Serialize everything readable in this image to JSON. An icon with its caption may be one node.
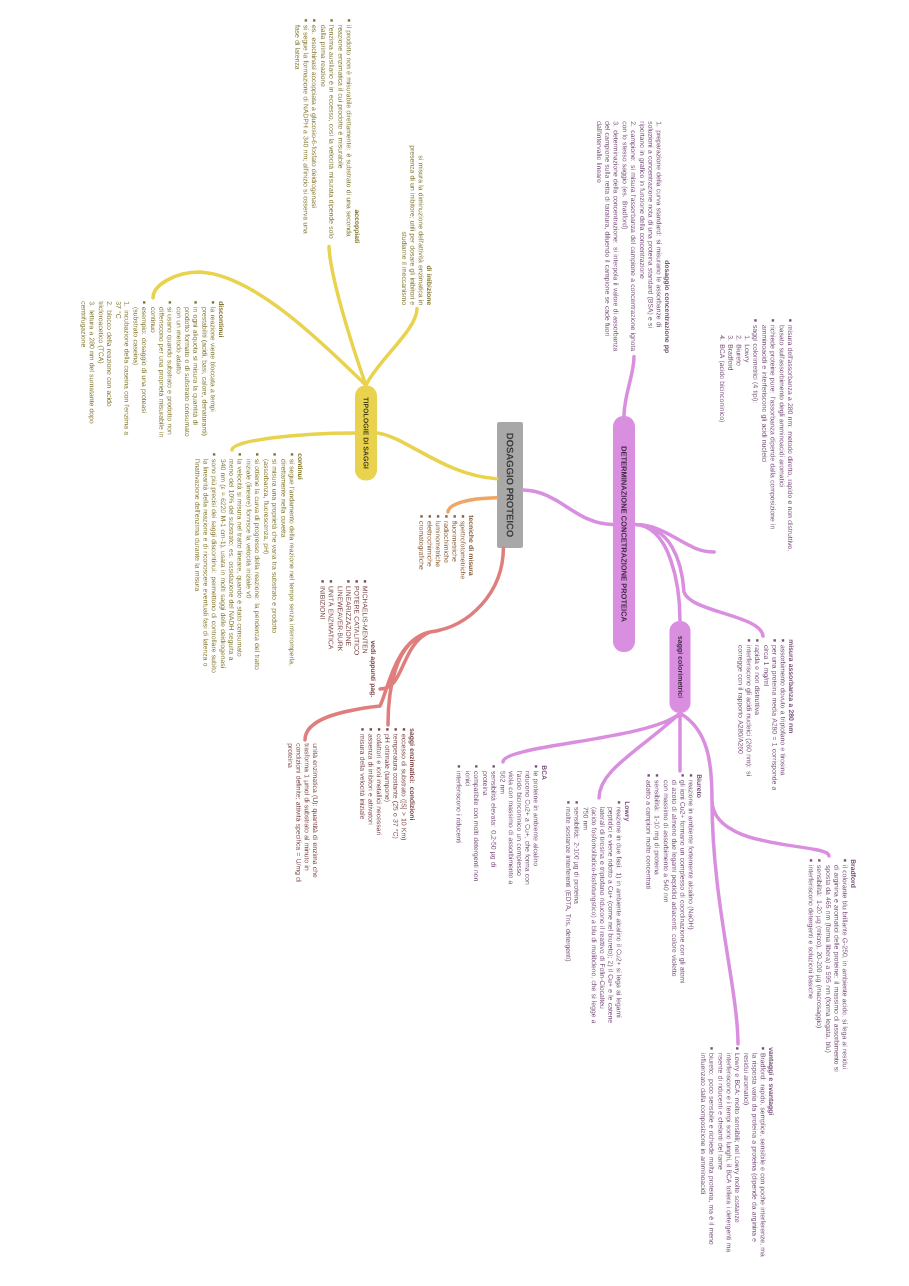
{
  "diagram": {
    "nodes": [
      {
        "text": [
          "DOSAGGIO PROTEICO"
        ]
      },
      {
        "text": [
          "DETERMINAZIONE CONCETRAZIONE PROTEICA"
        ]
      },
      {
        "text": [
          "dosaggio concentrazione pp",
          "1. preparazione della curva standard: si misurano le assorbanze di soluzioni a concentrazione nota di una proteina standard (BSA) e si riportano in grafico in funzione della concentrazione",
          "2. campione: si misura l'assorbanza del campione a concentrazione ignota con lo stesso saggio (es. Bradford)",
          "3. determinazione della concentrazione: si interpola il valore di assorbanza del campione sulla retta di taratura, diluendo il campione se cade fuori dall'intervallo lineare"
        ]
      },
      {
        "text": [
          "misura dell'assorbanza a 280 nm: metodo diretto, rapido e non distruttivo, basato sull'assorbimento degli amminoacidi aromatici",
          "richiede proteine pure: l'assorbanza dipende dalla composizione in amminoacidi e interferiscono gli acidi nucleici",
          "saggi colorimetrici (4 tipi):",
          "1. Lowry",
          "2. Biureto",
          "3. Bradford",
          "4. BCA (acido bicinconinico)"
        ]
      },
      {
        "text": [
          "saggi colorimetrici"
        ]
      },
      {
        "text": [
          "BCA",
          "le proteine in ambiente alcalino riducono Cu2+ a Cu+, che forma con l'acido bicinconinico un complesso viola con massimo di assorbimento a 562 nm",
          "sensibilità elevata: 0,2-50 µg di proteina",
          "compatibile con molti detergenti non ionici",
          "interferiscono i riducenti"
        ]
      },
      {
        "text": [
          "Lowry",
          "reazione in due fasi: 1) in ambiente alcalino il Cu2+ si lega ai legami peptidici e viene ridotto a Cu+ (come nel biureto); 2) il Cu+ e le catene laterali di tirosina e triptofano riducono il reattivo di Folin-Ciocalteu (acido fosfomolibdico-fosfotungstico) a blu di molibdeno, che si legge a 750 nm",
          "sensibilità: 2-100 µg di proteina",
          "molte sostanze interferenti (EDTA, Tris, detergenti)"
        ]
      },
      {
        "text": [
          "Biureto",
          "reazione in ambiente fortemente alcalino (NaOH)",
          "gli ioni Cu2+ formano un complesso di coordinazione con gli atomi di azoto di almeno due legami peptidici adiacenti: colore violetto con massimo di assorbimento a 540 nm",
          "sensibilità: 1-10 mg di proteina",
          "adatto a campioni molto concentrati"
        ]
      },
      {
        "text": [
          "Bradford",
          "il colorante blu brillante G-250, in ambiente acido, si lega ai residui di arginina e aromatici delle proteine: il massimo di assorbimento si sposta da 465 nm (forma libera) a 595 nm (forma legata, blu)",
          "sensibilità: 1-20 µg (micro), 20-200 µg (macrosaggio)",
          "interferiscono detergenti e soluzioni basiche"
        ]
      },
      {
        "text": [
          "vantaggi e svantaggi",
          "Bradford: rapido, semplice, sensibile e con poche interferenze, ma la risposta varia da proteina a proteina (dipende da arginina e residui aromatici)",
          "Lowry e BCA: molto sensibili; nel Lowry molte sostanze interferiscono e i tempi sono lunghi, il BCA tollera i detergenti ma risente di riducenti e chelanti del rame",
          "biureto: poco sensibile e richiede molta proteina, ma è il meno influenzato dalla composizione in amminoacidi"
        ]
      },
      {
        "text": [
          "misura assorbanza a 280 nm",
          "assorbimento dovuto a triptofano e tirosina",
          "per una proteina media A280 = 1 corrisponde a circa 1 mg/ml",
          "rapida e non distruttiva",
          "interferiscono gli acidi nucleici (260 nm): si corregge con il rapporto A280/A260"
        ]
      },
      {
        "text": [
          "TIPOLOGIE DI SAGGI"
        ]
      },
      {
        "text": [
          "di inibizione",
          "si misura la diminuzione dell'attività enzimatica in presenza di un inibitore; utili per dosare gli inibitori e studiarne il meccanismo"
        ]
      },
      {
        "text": [
          "accoppiati",
          "il prodotto non è misurabile direttamente: è substrato di una seconda reazione enzimatica il cui prodotto è misurabile",
          "l'enzima ausiliario è in eccesso, così la velocità misurata dipende solo dalla prima reazione",
          "es. esochinasi accoppiata a glucosio-6-fosfato deidrogenasi",
          "si segue la formazione di NADPH a 340 nm; all'inizio si osserva una fase di latenza"
        ]
      },
      {
        "text": [
          "discontinui",
          "la reazione viene bloccata a tempi prestabiliti (acidi, basi, calore, denaturanti)",
          "in ogni aliquota si misura la quantità di prodotto formato o di substrato consumato con un metodo adatto",
          "si usano quando substrato e prodotto non differiscono per una proprietà misurabile in continuo",
          "esempio: dosaggio di una proteasi (substrato caseina)",
          "1. incubazione della caseina con l'enzima a 37 °C",
          "2. blocco della reazione con acido tricloroacetico (TCA)",
          "3. lettura a 280 nm del surnatante dopo centrifugazione"
        ]
      },
      {
        "text": [
          "continui",
          "si segue l'andamento della reazione nel tempo senza interromperla, direttamente nella cuvetta",
          "si misura una proprietà che varia tra substrato e prodotto (assorbanza, fluorescenza, pH)",
          "si ottiene la curva di progresso della reazione: la pendenza del tratto iniziale (lineare) fornisce la velocità iniziale v0",
          "la velocità si misura nel tratto lineare, quando è stato consumato meno del 10% del substrato; es. ossidazione del NADH seguita a 340 nm (ε = 6220 M-1 cm-1), usata in molti saggi delle deidrogenasi",
          "sono più precisi dei saggi discontinui: permettono di controllare subito la linearità della reazione e di riconoscere eventuali fasi di latenza o l'inattivazione dell'enzima durante la misura"
        ]
      },
      {
        "text": [
          "tecniche di misura",
          "spettrofotometriche",
          "fluorimetriche",
          "radiochimiche",
          "luminometriche",
          "elettrochimiche",
          "cromatografiche"
        ]
      },
      {
        "text": [
          "vedi appunti pag.",
          "MICHAELIS-MENTEN",
          "POTERE CATALITICO",
          "LINEARIZZAZIONE LINEWEAVER-BURK",
          "UNITÀ ENZIMATICA",
          "INIBIZIONI"
        ]
      },
      {
        "text": [
          "saggi enzimatici: condizioni",
          "eccesso di substrato ([S] > 10 Km)",
          "temperatura costante (25 o 37 °C)",
          "pH ottimale (tampone)",
          "cofattori e ioni metallici necessari",
          "assenza di inibitori e attivatori",
          "misura della velocità iniziale"
        ]
      },
      {
        "text": [
          "unità enzimatica (U): quantità di enzima che trasforma 1 µmol di substrato al minuto in condizioni definite; attività specifica = U/mg di proteina"
        ]
      }
    ],
    "edges": [
      {
        "from": 0,
        "to": 1,
        "arrow": "none"
      },
      {
        "from": 1,
        "to": 2,
        "arrow": "none"
      },
      {
        "from": 1,
        "to": 3,
        "arrow": "none"
      },
      {
        "from": 1,
        "to": 4,
        "arrow": "none"
      },
      {
        "from": 1,
        "to": 10,
        "arrow": "none"
      },
      {
        "from": 4,
        "to": 5,
        "arrow": "none"
      },
      {
        "from": 4,
        "to": 6,
        "arrow": "none"
      },
      {
        "from": 4,
        "to": 7,
        "arrow": "none"
      },
      {
        "from": 4,
        "to": 8,
        "arrow": "none"
      },
      {
        "from": 4,
        "to": 9,
        "arrow": "none"
      },
      {
        "from": 0,
        "to": 11,
        "arrow": "none",
        "color": "#e8d24e"
      },
      {
        "from": 11,
        "to": 12,
        "arrow": "none",
        "color": "#e8d24e"
      },
      {
        "from": 11,
        "to": 13,
        "arrow": "none",
        "color": "#e8d24e"
      },
      {
        "from": 11,
        "to": 14,
        "arrow": "none",
        "color": "#e8d24e"
      },
      {
        "from": 11,
        "to": 15,
        "arrow": "none",
        "color": "#e8d24e"
      },
      {
        "from": 0,
        "to": 16,
        "arrow": "none",
        "color": "#f0a662"
      },
      {
        "from": 0,
        "to": 17,
        "arrow": "none",
        "color": "#e07d7d"
      },
      {
        "from": 0,
        "to": 18,
        "arrow": "none",
        "color": "#e07d7d"
      },
      {
        "from": 0,
        "to": 19,
        "arrow": "none",
        "color": "#e07d7d"
      }
    ]
  }
}
